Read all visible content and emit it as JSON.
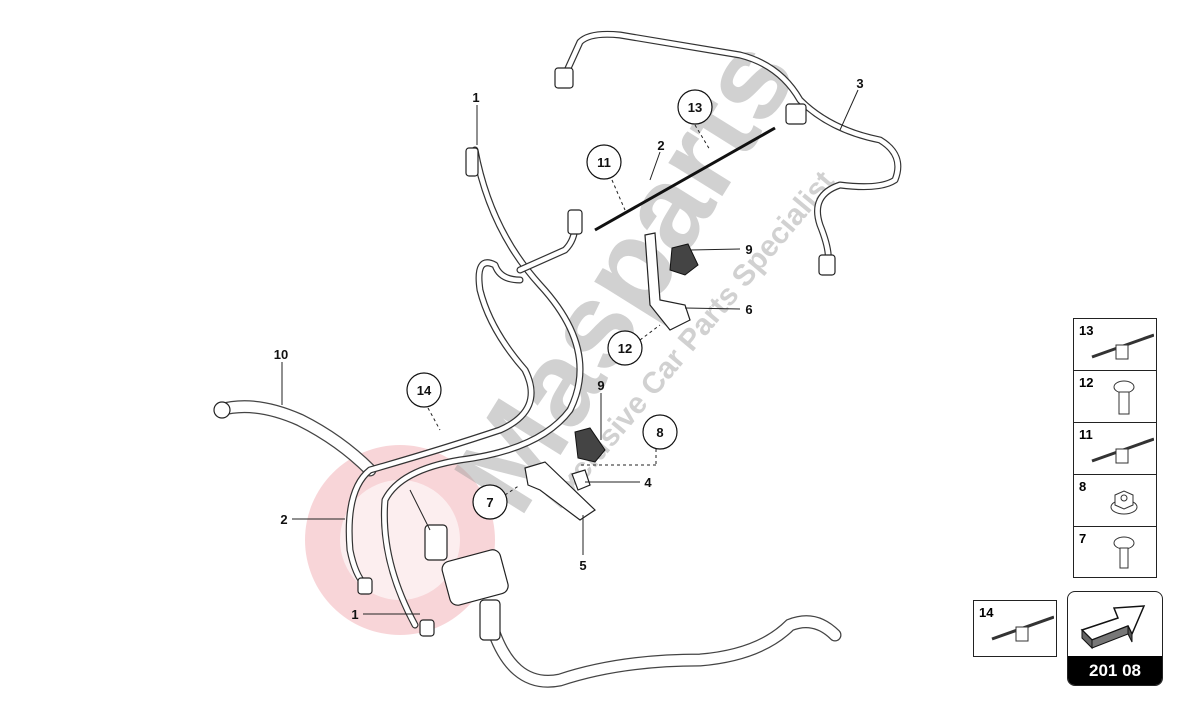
{
  "watermark": {
    "brand": "Masparts",
    "tagline": "Exclusive Car Parts Specialist"
  },
  "callouts": {
    "top_1": "1",
    "c13": "13",
    "top_2": "2",
    "c11": "11",
    "label_3": "3",
    "upper_9": "9",
    "label_6": "6",
    "c12": "12",
    "label_10": "10",
    "c14": "14",
    "lower_9": "9",
    "c8": "8",
    "label_4": "4",
    "c7": "7",
    "left_2": "2",
    "label_5": "5",
    "bottom_1": "1"
  },
  "fastener_panel": {
    "items": [
      {
        "number": "13",
        "icon": "cable-tie-clip-icon"
      },
      {
        "number": "12",
        "icon": "screw-icon"
      },
      {
        "number": "11",
        "icon": "cable-tie-clip-icon"
      },
      {
        "number": "8",
        "icon": "flange-nut-icon"
      },
      {
        "number": "7",
        "icon": "screw-icon"
      }
    ]
  },
  "extra_item": {
    "number": "14",
    "icon": "cable-tie-clip-icon"
  },
  "page_badge": {
    "code": "201 08",
    "icon": "arrow-3d-icon"
  },
  "colors": {
    "ink": "#222222",
    "watermark_red": "#e8747c",
    "watermark_grey": "#9a9a9a"
  }
}
